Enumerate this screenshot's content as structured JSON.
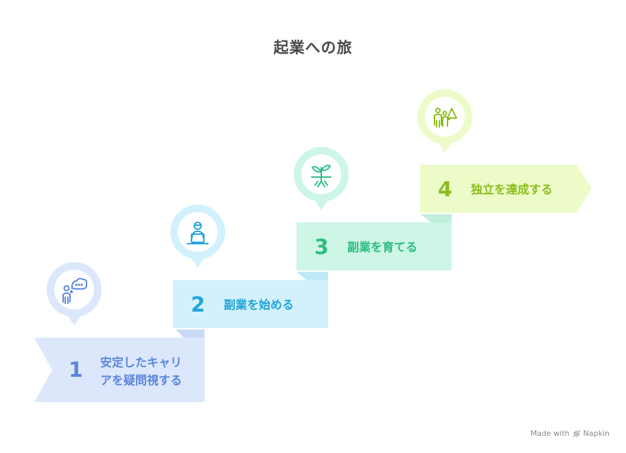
{
  "title": "起業への旅",
  "steps": [
    {
      "number": "1",
      "label_line1": "安定したキャリ",
      "label_line2": "アを疑問視する",
      "color": "#5a86dd",
      "fill": "#dce7fc",
      "icon": "person-thinking-icon"
    },
    {
      "number": "2",
      "label": "副業を始める",
      "color": "#22a6d8",
      "fill": "#d3f1fc",
      "icon": "person-laptop-icon"
    },
    {
      "number": "3",
      "label": "副業を育てる",
      "color": "#2dbd81",
      "fill": "#cdf6e6",
      "icon": "sprout-icon"
    },
    {
      "number": "4",
      "label": "独立を達成する",
      "color": "#8cbd1e",
      "fill": "#edfbc9",
      "icon": "hiker-mountain-icon"
    }
  ],
  "footer": {
    "made_with": "Made with",
    "brand": "Napkin"
  }
}
